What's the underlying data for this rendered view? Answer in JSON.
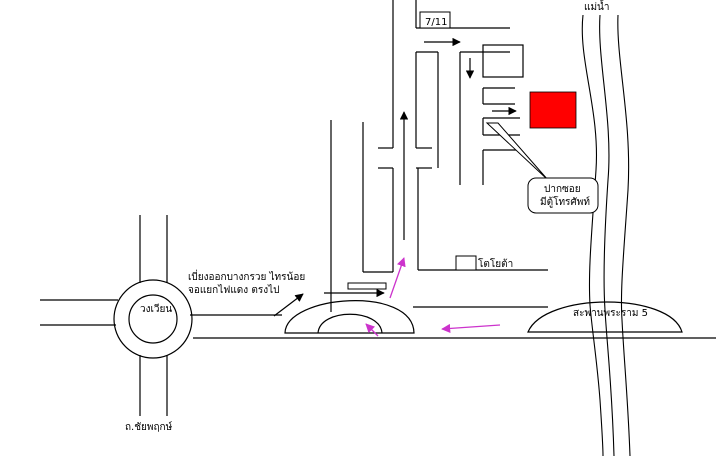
{
  "labels": {
    "river": "แม่น้ำ",
    "seven_eleven": "7/11",
    "phone_note_line1": "ปากซอย",
    "phone_note_line2": "มีตู้โทรศัพท์",
    "toyota": "โตโยต้า",
    "turn_note_line1": "เบี่ยงออกบางกรวย ไทรน้อย",
    "turn_note_line2": "จอแยกไฟแดง ตรงไป",
    "roundabout": "วงเวียน",
    "bridge": "สะพานพระราม 5",
    "road_south": "ถ.ชัยพฤกษ์"
  },
  "colors": {
    "destination": "#ff0000",
    "route_arrow": "#cc33cc",
    "ink": "#000000"
  }
}
